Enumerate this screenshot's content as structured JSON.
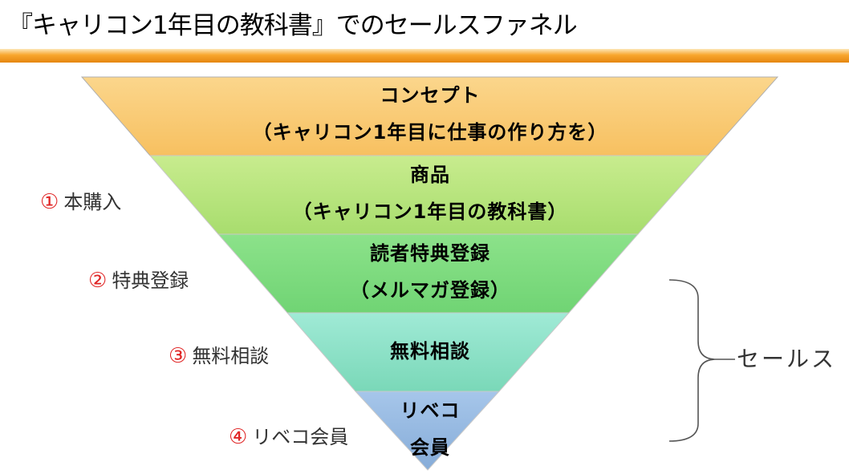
{
  "title": "『キャリコン1年目の教科書』でのセールスファネル",
  "funnel": {
    "bands": [
      {
        "line1": "コンセプト",
        "line2": "（キャリコン1年目に仕事の作り方を）"
      },
      {
        "line1": "商品",
        "line2": "（キャリコン1年目の教科書）"
      },
      {
        "line1": "読者特典登録",
        "line2": "（メルマガ登録）"
      },
      {
        "line1": "無料相談"
      },
      {
        "line1": "リベコ",
        "line2": "会員"
      }
    ],
    "colors": {
      "concept": "#f9c86a",
      "product": "#b3e27a",
      "reader": "#7ed97e",
      "consult": "#86e0c2",
      "member": "#8fb4e0"
    }
  },
  "steps": [
    {
      "num": "①",
      "label": "本購入"
    },
    {
      "num": "②",
      "label": "特典登録"
    },
    {
      "num": "③",
      "label": "無料相談"
    },
    {
      "num": "④",
      "label": "リベコ会員"
    }
  ],
  "sales": {
    "label": "セールス"
  }
}
